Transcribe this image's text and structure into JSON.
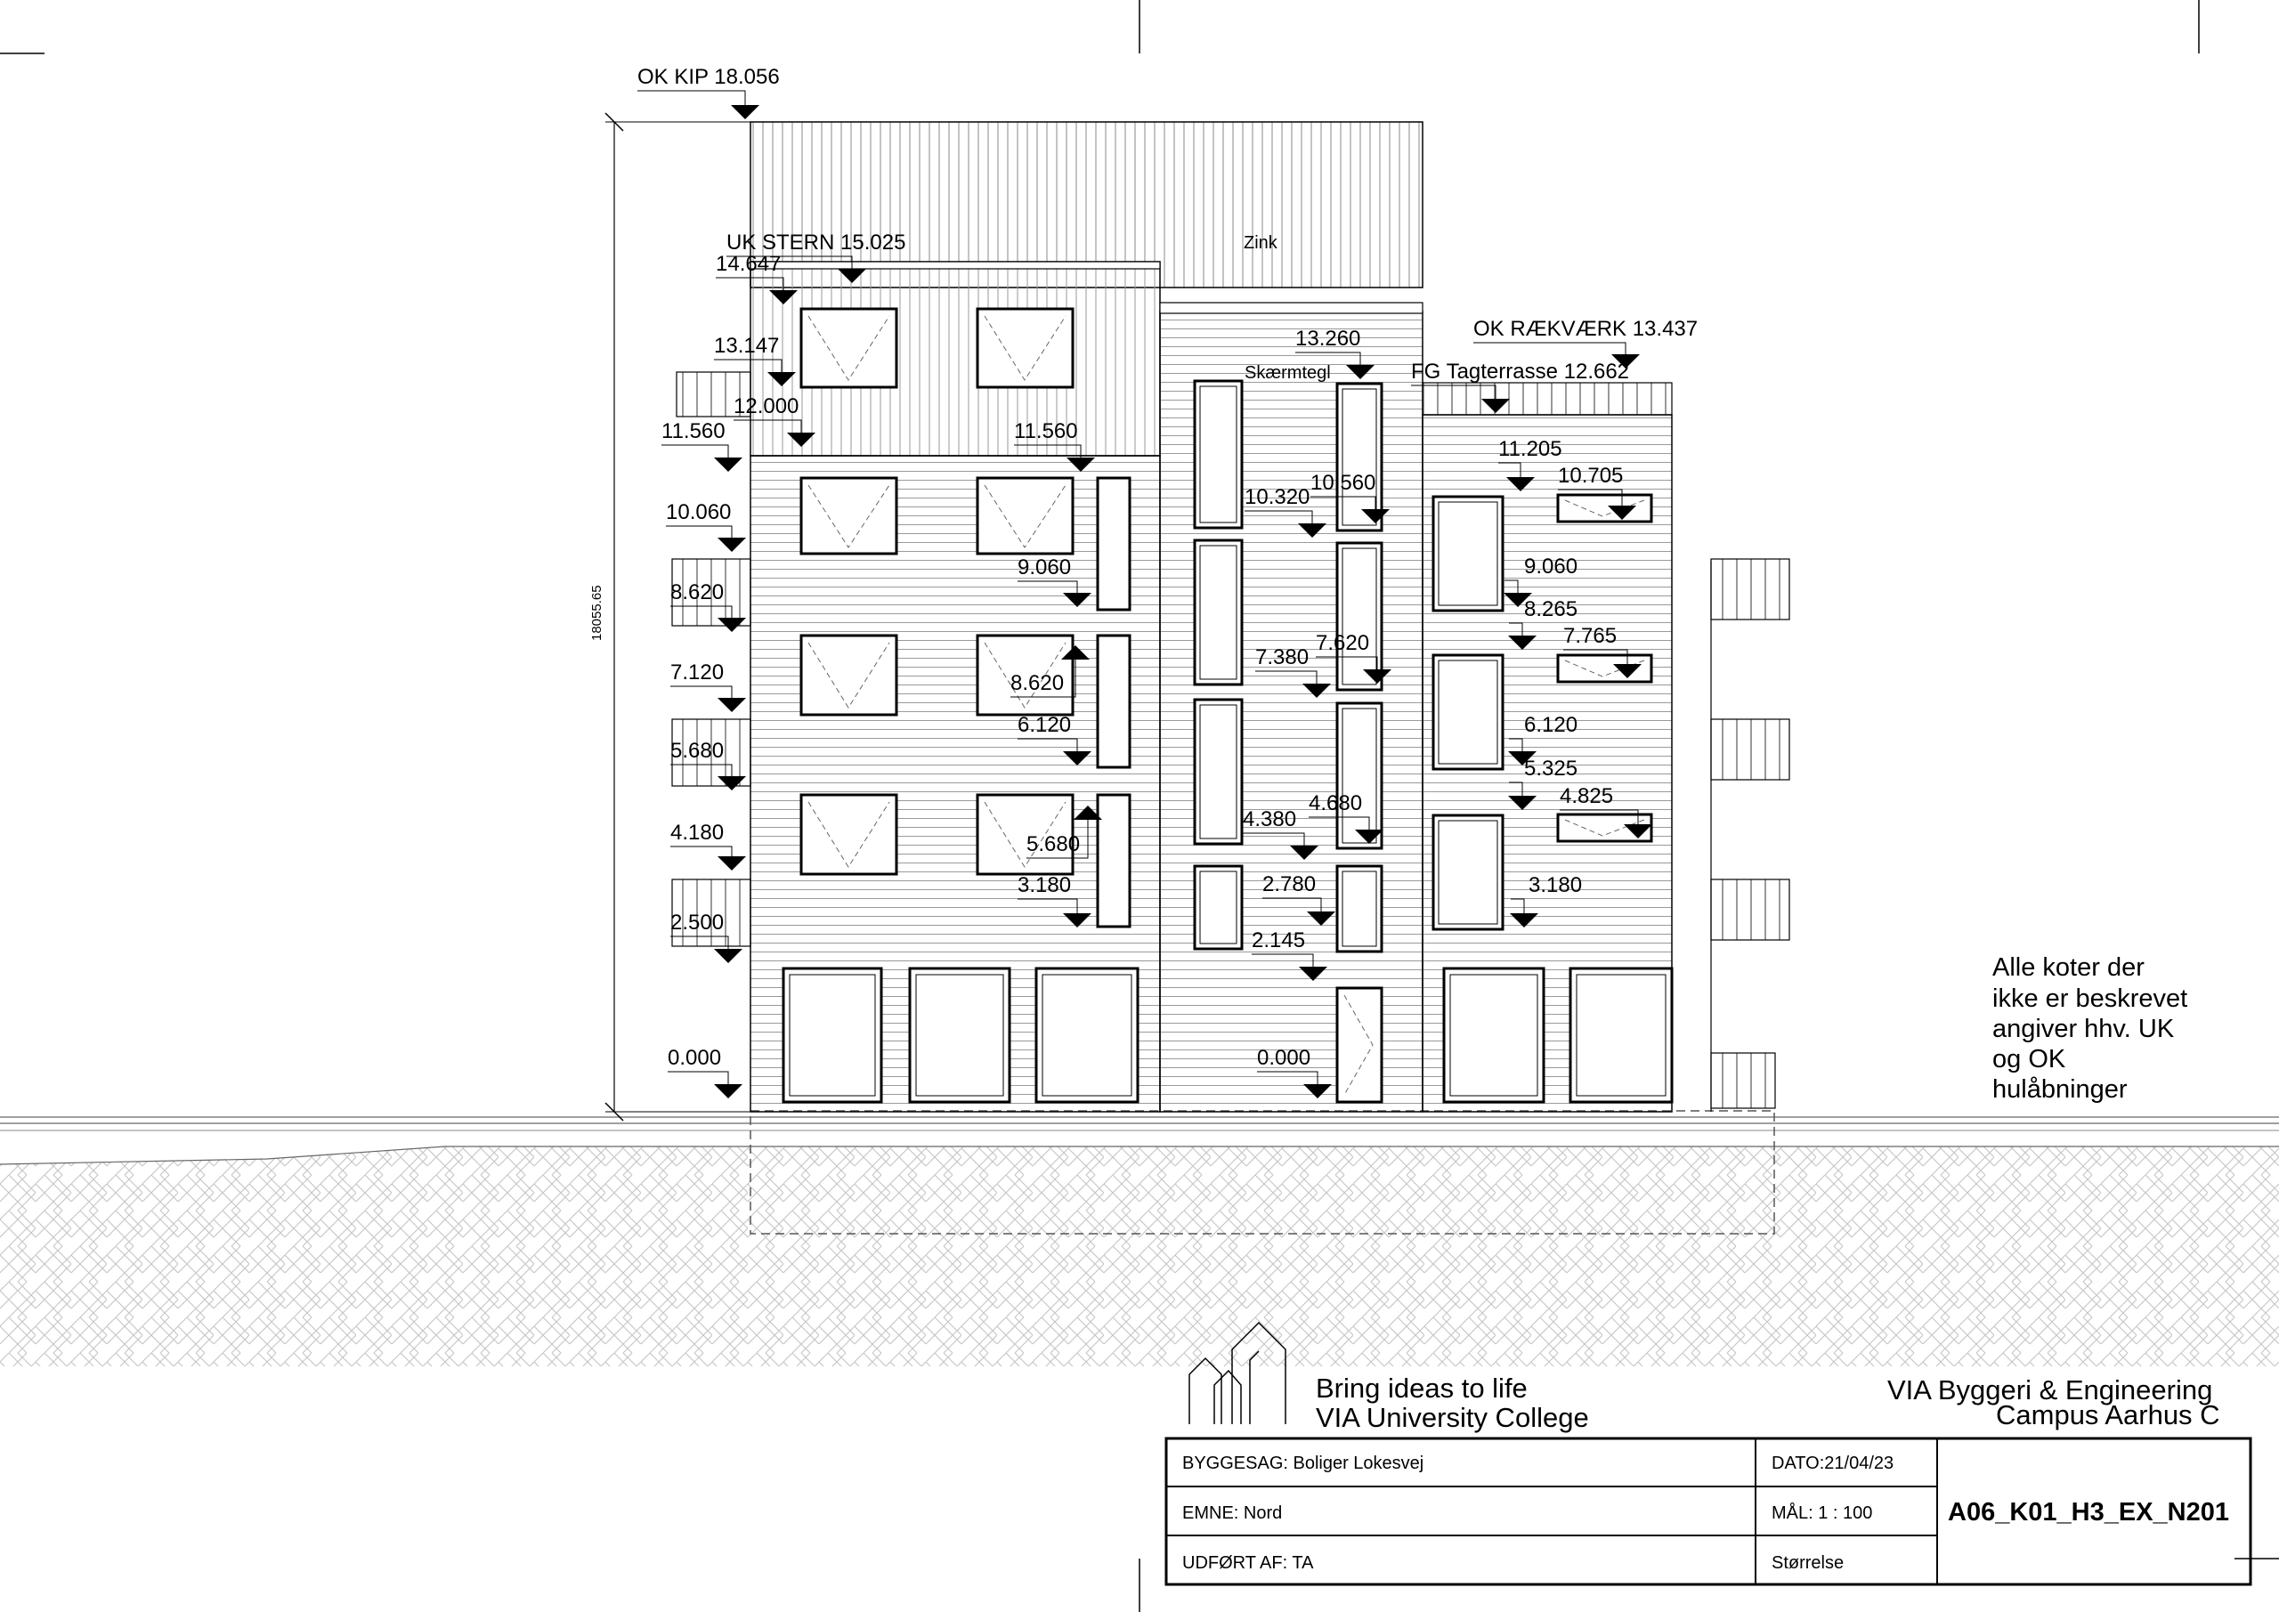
{
  "sheet": {
    "overall_height_dimension": "18055.65",
    "materials": {
      "roof": "Zink",
      "cladding": "Skærmtegl"
    },
    "top_levels": {
      "ridge": "OK KIP 18.056",
      "fascia": "UK STERN 15.025",
      "railing": "OK RÆKVÆRK 13.437",
      "terrace": "FG Tagterrasse 12.662"
    },
    "levels_left": [
      "14.647",
      "13.147",
      "12.000",
      "11.560",
      "10.060",
      "8.620",
      "7.120",
      "5.680",
      "4.180",
      "2.500",
      "0.000"
    ],
    "levels_left_inner": [
      "11.560",
      "9.060",
      "8.620",
      "6.120",
      "5.680",
      "3.180"
    ],
    "levels_mid": [
      "13.260",
      "10.560",
      "10.320",
      "7.620",
      "7.380",
      "4.680",
      "4.380",
      "2.780",
      "2.145",
      "0.000"
    ],
    "levels_right": [
      "11.205",
      "10.705",
      "9.060",
      "8.265",
      "7.765",
      "6.120",
      "5.325",
      "4.825",
      "3.180"
    ],
    "note_lines": [
      "Alle koter der",
      "ikke er beskrevet",
      "angiver hhv. UK",
      "og OK",
      "hulåbninger"
    ]
  },
  "branding": {
    "slogan": "Bring ideas to life",
    "college": "VIA University College",
    "dept": "VIA Byggeri & Engineering",
    "campus": "Campus Aarhus C"
  },
  "title_block": {
    "byggesag": "BYGGESAG: Boliger Lokesvej",
    "emne": "EMNE: Nord",
    "udfort": "UDFØRT AF: TA",
    "dato": "DATO:21/04/23",
    "maal": "MÅL:  1 : 100",
    "storrelse": "Størrelse",
    "drawing_no": "A06_K01_H3_EX_N201"
  }
}
